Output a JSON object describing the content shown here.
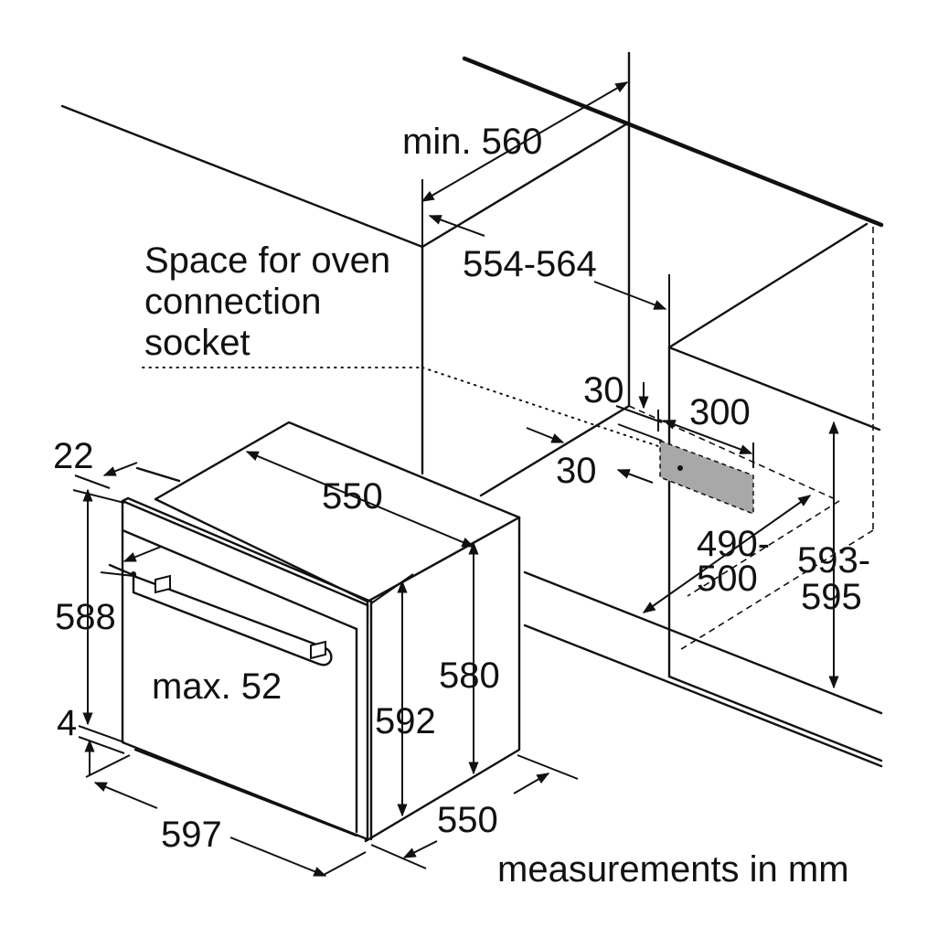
{
  "annotations": {
    "socket_space_line1": "Space for oven",
    "socket_space_line2": "connection",
    "socket_space_line3": "socket",
    "min_width": "min. 560",
    "niche_width": "554-564",
    "offset_top": "30",
    "socket_zone_width": "300",
    "offset_side": "30",
    "niche_depth_line1": "490-",
    "niche_depth_line2": "500",
    "niche_height_line1": "593-",
    "niche_height_line2": "595",
    "front_overhang": "22",
    "body_depth_top": "550",
    "front_height": "588",
    "handle_depth": "max. 52",
    "body_height": "580",
    "front_height_side": "592",
    "bottom_offset": "4",
    "front_width": "597",
    "body_depth_bottom": "550",
    "units_note": "measurements in mm"
  },
  "colors": {
    "line": "#111111",
    "socket_zone": "#a8a8a8",
    "background": "#ffffff"
  }
}
